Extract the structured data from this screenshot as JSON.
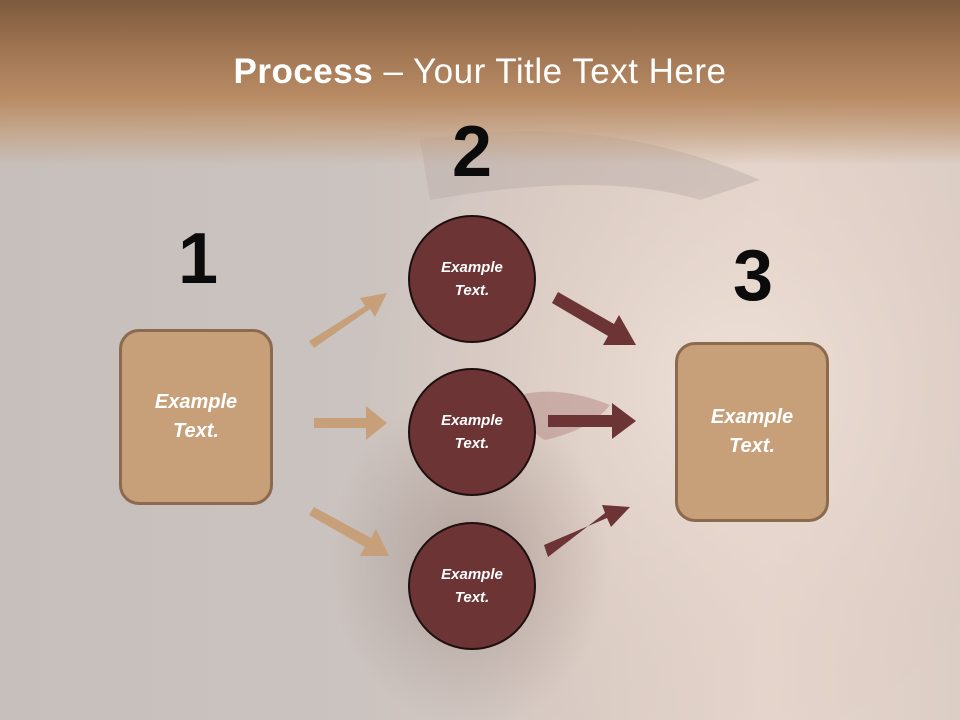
{
  "title": {
    "bold": "Process",
    "rest": " – Your Title Text Here"
  },
  "steps": [
    {
      "number": "1",
      "label": "Example Text."
    },
    {
      "number": "2",
      "items": [
        "Example Text.",
        "Example Text.",
        "Example Text."
      ]
    },
    {
      "number": "3",
      "label": "Example Text."
    }
  ],
  "colors": {
    "box_fill": "#c7a07a",
    "box_border": "#8b6a4e",
    "circle_fill": "#6c3434",
    "arrow_light": "#c7a07a",
    "arrow_dark": "#6c3434",
    "header_band": "#a07552"
  }
}
